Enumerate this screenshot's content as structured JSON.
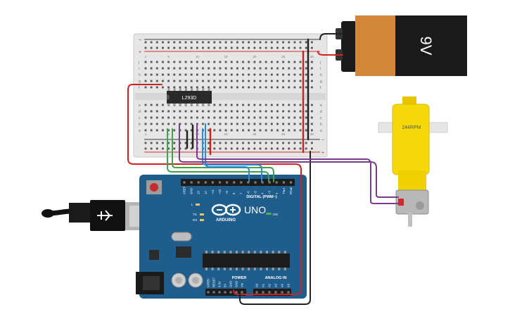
{
  "battery": {
    "label": "9V"
  },
  "chip": {
    "label": "L293D"
  },
  "motor": {
    "label": "244RPM"
  },
  "arduino": {
    "brand": "ARDUINO",
    "model": "UNO",
    "on_label": "ON",
    "tx_label": "TX",
    "rx_label": "RX",
    "l_label": "L",
    "digital_label": "DIGITAL (PWM~)",
    "power_label": "POWER",
    "analog_label": "ANALOG IN",
    "top_pins": [
      "AREF",
      "GND",
      "13",
      "12",
      "~11",
      "~10",
      "~9",
      "8",
      "7",
      "~6",
      "~5",
      "4",
      "~3",
      "2",
      "TX▸1",
      "RX◂0"
    ],
    "power_pins": [
      "IOREF",
      "RESET",
      "3.3V",
      "5V",
      "GND",
      "GND",
      "Vin"
    ],
    "analog_pins": [
      "A0",
      "A1",
      "A2",
      "A3",
      "A4",
      "A5"
    ]
  },
  "breadboard": {
    "row_letters_top": [
      "j",
      "i",
      "h",
      "g",
      "f"
    ],
    "row_letters_bottom": [
      "e",
      "d",
      "c",
      "b",
      "a"
    ],
    "column_numbers": [
      "1",
      "5",
      "10",
      "15",
      "20",
      "25",
      "30"
    ]
  },
  "colors": {
    "arduino_blue": "#1f5d8c",
    "battery_orange": "#d2873b",
    "motor_yellow": "#f5d90a",
    "wire_red": "#cc2222",
    "wire_black": "#222222",
    "wire_green": "#3fa34d",
    "wire_purple": "#7a3b8e",
    "wire_blue": "#2a8bd8"
  }
}
